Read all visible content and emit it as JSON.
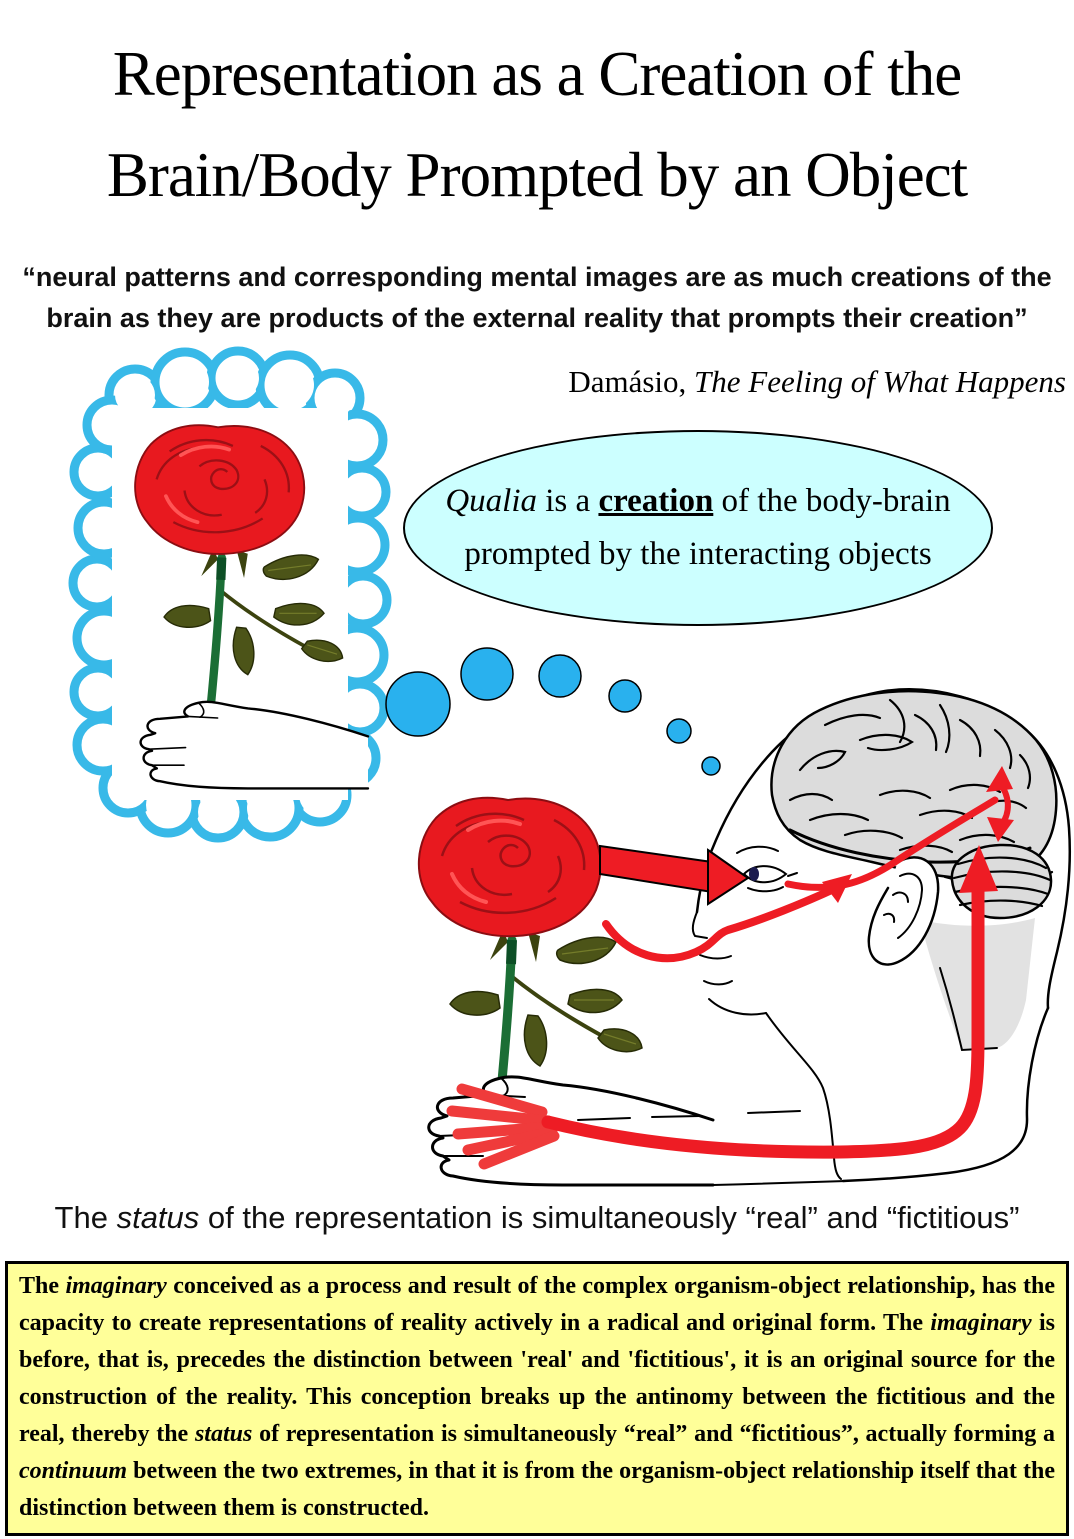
{
  "title": {
    "line1": "Representation as a Creation of the",
    "line2": "Brain/Body Prompted by an Object"
  },
  "quote": {
    "line1": "“neural patterns and corresponding mental images are as much creations of the",
    "line2": "brain as they are products of the external reality that prompts their creation”"
  },
  "attribution": {
    "segments": [
      {
        "t": "Damásio, "
      },
      {
        "t": "The Feeling of What Happens",
        "s": "i"
      }
    ]
  },
  "bubble": {
    "line1_segments": [
      {
        "t": "Qualia",
        "s": "i"
      },
      {
        "t": " is a "
      },
      {
        "t": "creation",
        "s": "bu"
      },
      {
        "t": " of the body-brain"
      }
    ],
    "line2_segments": [
      {
        "t": "prompted by the interacting objects"
      }
    ]
  },
  "status": {
    "segments": [
      {
        "t": "The "
      },
      {
        "t": "status",
        "s": "i"
      },
      {
        "t": " of the representation is simultaneously “real” and “fictitious”"
      }
    ]
  },
  "box": {
    "segments": [
      {
        "t": "The "
      },
      {
        "t": "imaginary",
        "s": "i"
      },
      {
        "t": " conceived as a process and result of the complex organism-object relationship, has the capacity to create representations of reality actively in a radical and original form. The "
      },
      {
        "t": "imaginary",
        "s": "i"
      },
      {
        "t": " is before, that is, precedes the distinction between 'real' and 'fictitious', it is an original source for the construction of the reality. This conception breaks up the antinomy between the fictitious and the real, thereby the "
      },
      {
        "t": "status",
        "s": "i"
      },
      {
        "t": " of representation is simultaneously “real” and “fictitious”, actually forming a "
      },
      {
        "t": "continuum",
        "s": "i"
      },
      {
        "t": " between the two extremes, in that it is from the organism-object relationship itself that the distinction between them is constructed."
      }
    ]
  },
  "illustration": {
    "thought_cloud_content": "red rose held by a hand (imagined representation)",
    "object": "red rose held by a hand (real object)",
    "figure": "human head in profile with brain, eye, ear; red arrows for sight, smell and touch pathways",
    "thought_dots_count": 6
  },
  "colors": {
    "bubble-fill": "#ccffff",
    "cloud-blue": "#38b9e8",
    "dot-blue": "#29b1ee",
    "arrow-red": "#ee1c24",
    "rose-red": "#e8191f",
    "leaf-green": "#4c5418",
    "stem-green": "#1b6e35",
    "box-bg": "#ffff99",
    "brain-grey": "#dcdcdc"
  }
}
